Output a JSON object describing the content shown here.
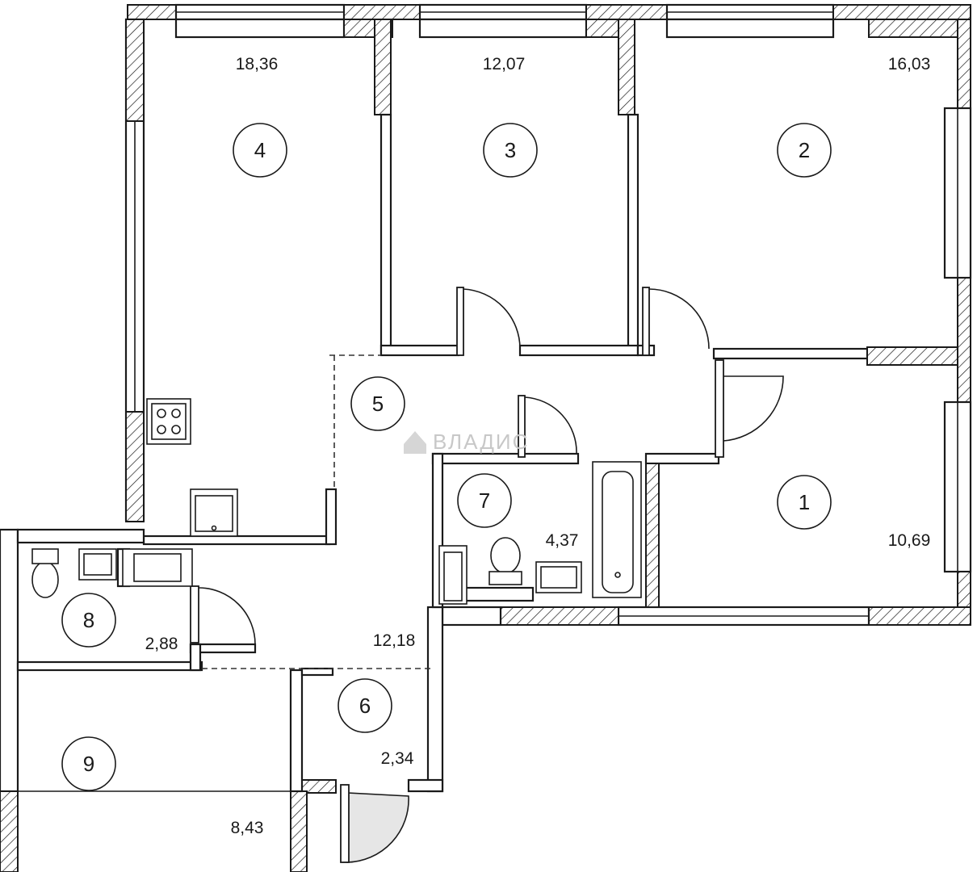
{
  "floor_plan": {
    "rooms": [
      {
        "number": "1",
        "area": "10,69"
      },
      {
        "number": "2",
        "area": "16,03"
      },
      {
        "number": "3",
        "area": "12,07"
      },
      {
        "number": "4",
        "area": "18,36"
      },
      {
        "number": "5",
        "area": "12,18"
      },
      {
        "number": "6",
        "area": "2,34"
      },
      {
        "number": "7",
        "area": "4,37"
      },
      {
        "number": "8",
        "area": "2,88"
      },
      {
        "number": "9",
        "area": "8,43"
      }
    ],
    "watermark": "ВЛАДИС"
  }
}
